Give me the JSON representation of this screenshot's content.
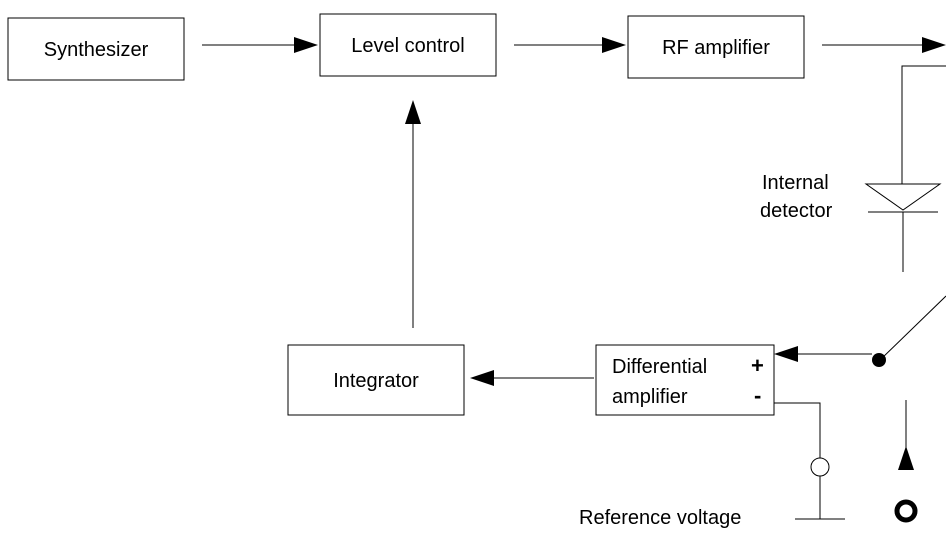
{
  "blocks": {
    "synthesizer": "Synthesizer",
    "level_control": "Level control",
    "rf_amplifier": "RF amplifier",
    "integrator": "Integrator",
    "differential_amplifier_line1": "Differential",
    "differential_amplifier_line2": "amplifier"
  },
  "inputs": {
    "plus": "+",
    "minus": "-"
  },
  "labels": {
    "internal_detector_line1": "Internal",
    "internal_detector_line2": "detector",
    "reference_voltage": "Reference voltage"
  }
}
